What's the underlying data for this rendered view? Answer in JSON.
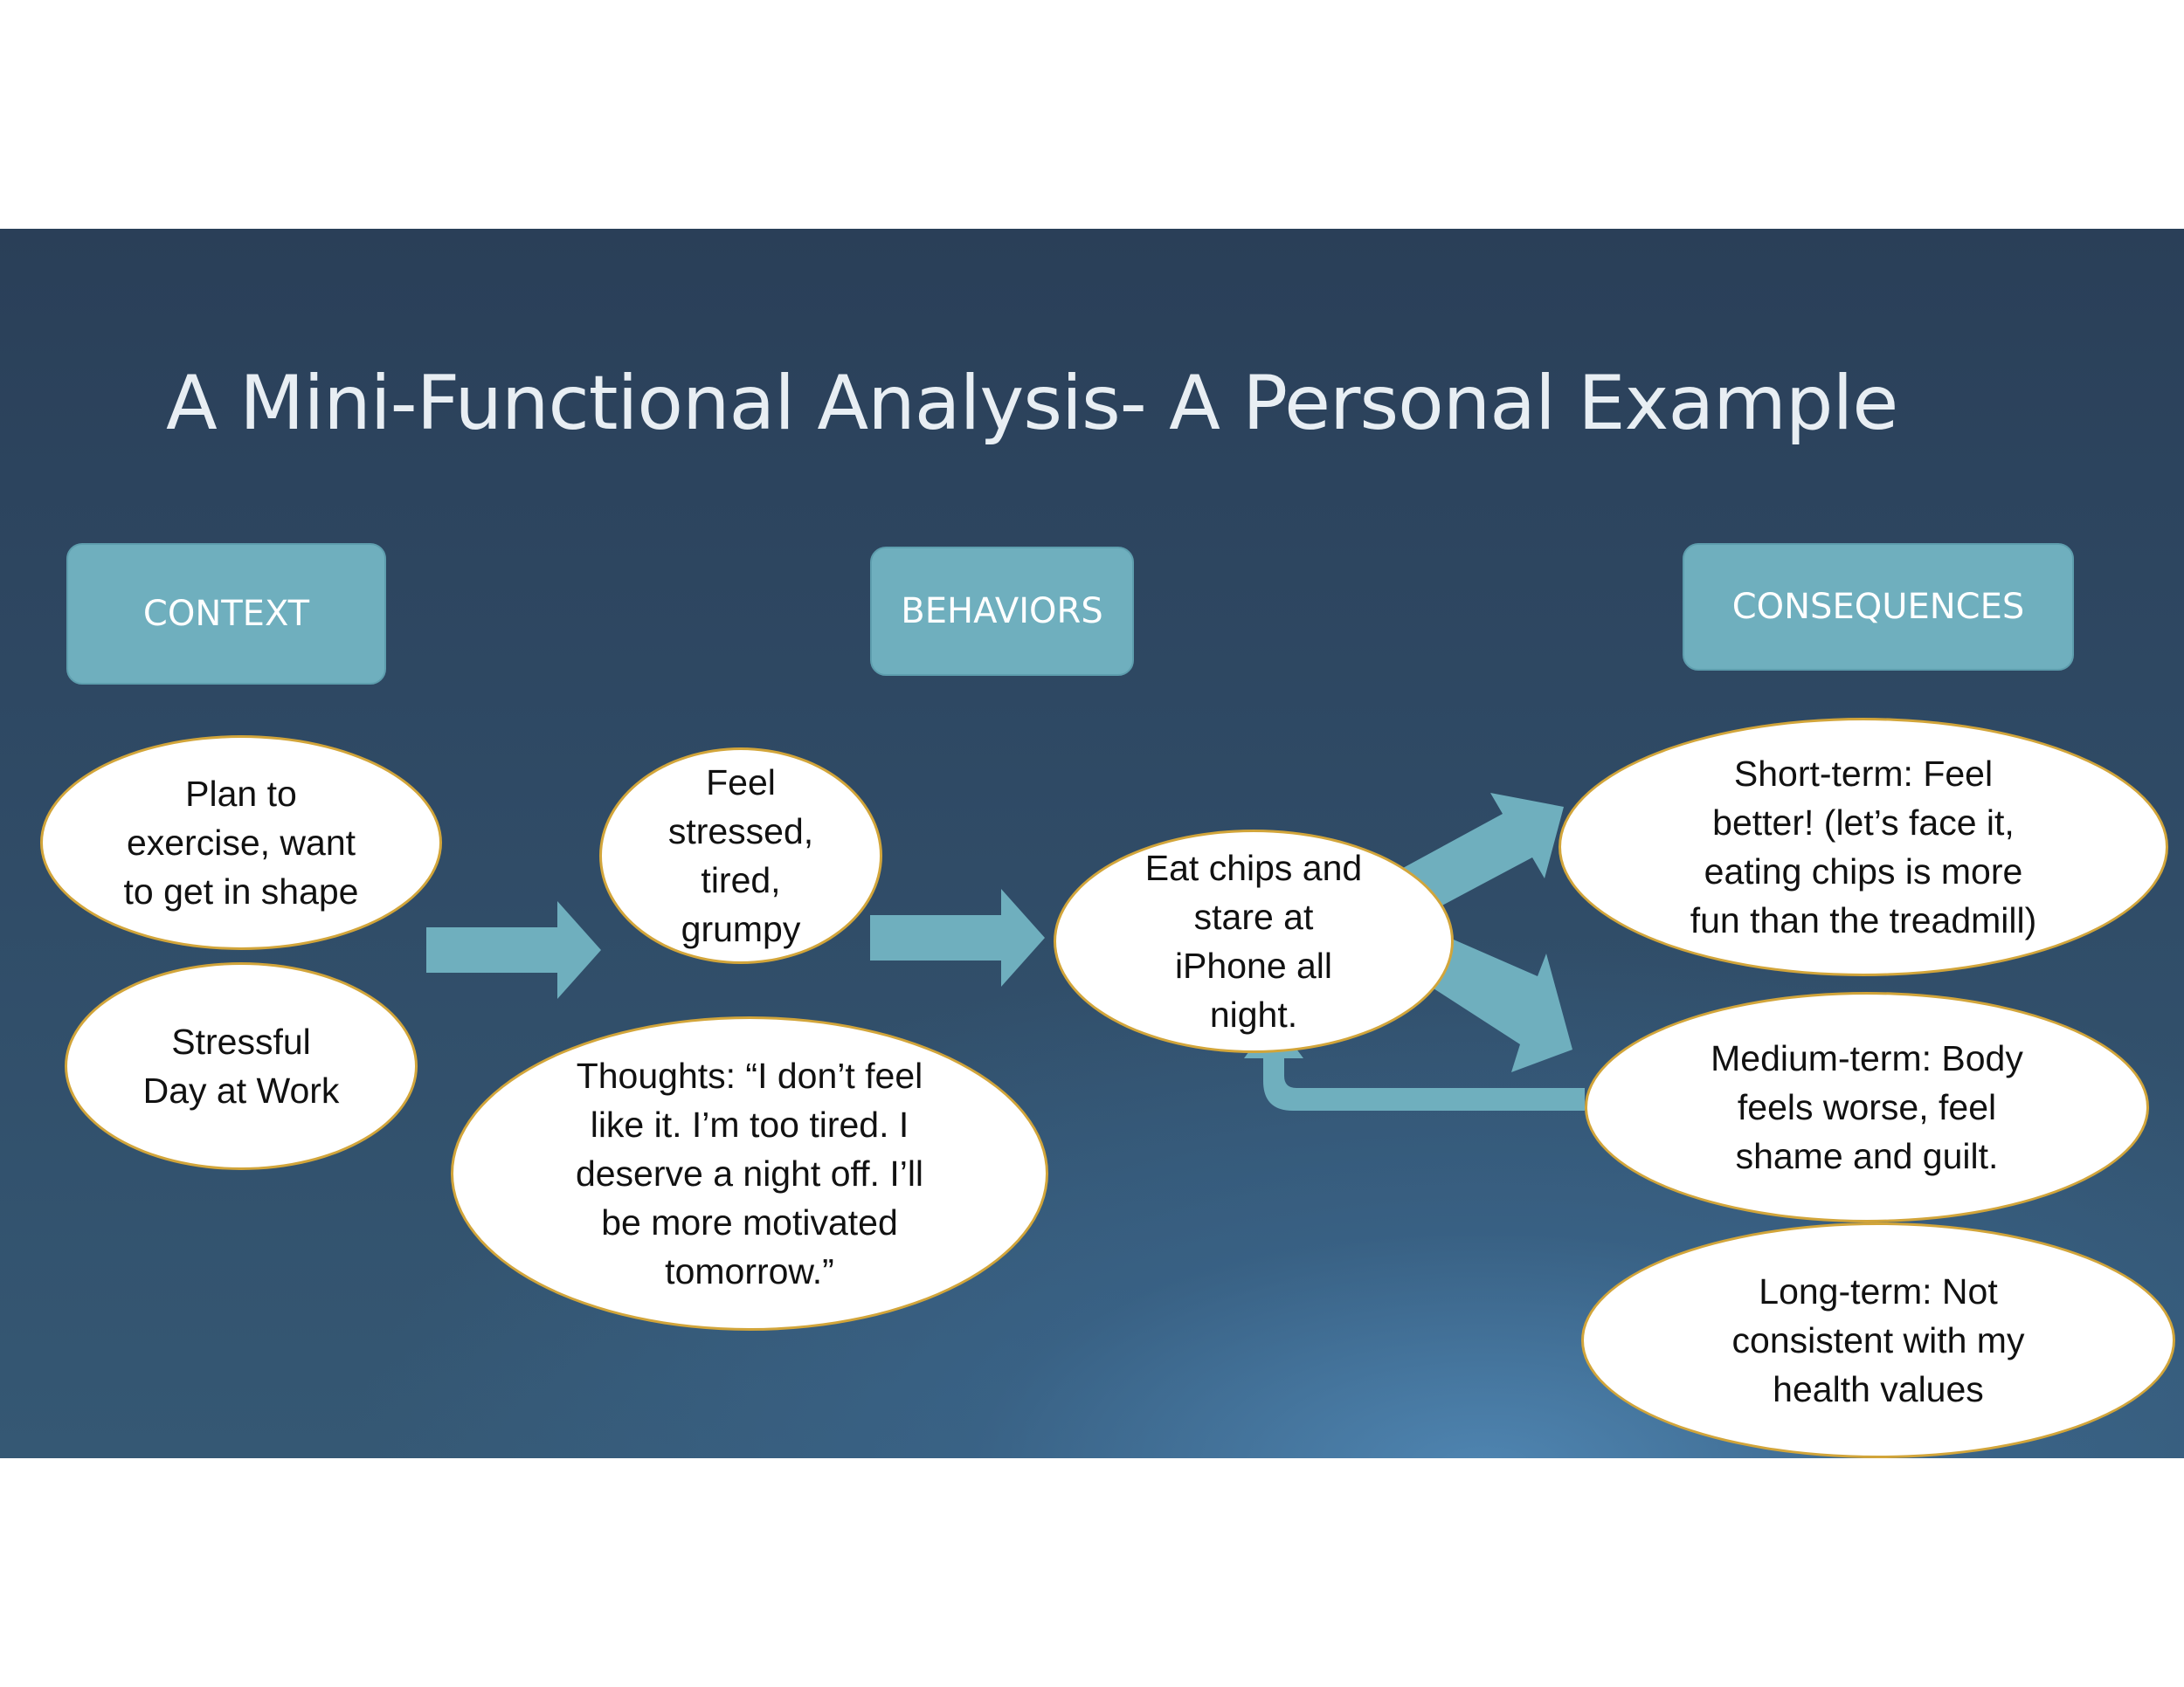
{
  "slide": {
    "title": "A Mini-Functional Analysis- A Personal Example"
  },
  "headers": {
    "context": "CONTEXT",
    "behaviors": "BEHAVIORS",
    "consequences": "CONSEQUENCES"
  },
  "bubbles": {
    "plan": [
      "Plan to",
      "exercise, want",
      "to get in shape"
    ],
    "stressful_day": [
      "Stressful",
      "Day at Work"
    ],
    "feel": [
      "Feel",
      "stressed,",
      "tired,",
      "grumpy"
    ],
    "thoughts": [
      "Thoughts: “I don’t feel",
      "like it. I’m too tired. I",
      "deserve a night off. I’ll",
      "be more motivated",
      "tomorrow.”"
    ],
    "eat_chips": [
      "Eat chips and",
      "stare at",
      "iPhone all",
      "night."
    ],
    "short_term": [
      "Short-term: Feel",
      "better! (let’s face it,",
      "eating chips is more",
      "fun than the treadmill)"
    ],
    "medium_term": [
      "Medium-term: Body",
      "feels worse, feel",
      "shame and guilt."
    ],
    "long_term": [
      "Long-term: Not",
      "consistent with my",
      "health values"
    ]
  },
  "colors": {
    "arrow": "#6fafbe",
    "header_box": "#6fafbe",
    "bubble_border": "#d2a53a"
  }
}
